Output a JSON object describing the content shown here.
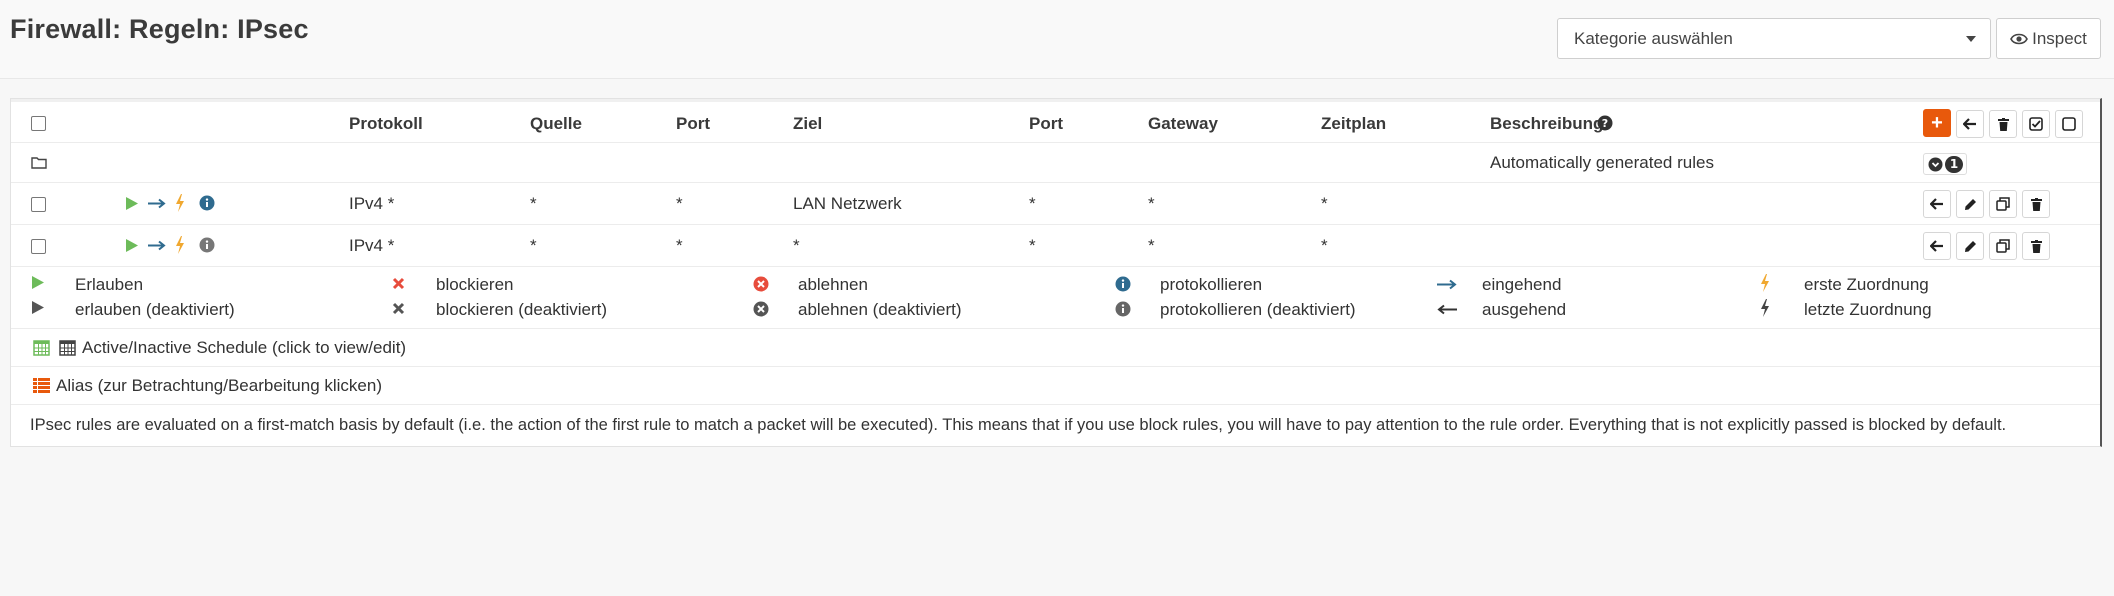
{
  "header": {
    "title": "Firewall: Regeln: IPsec",
    "category_select": "Kategorie auswählen",
    "inspect_label": "Inspect"
  },
  "table": {
    "columns": [
      "Protokoll",
      "Quelle",
      "Port",
      "Ziel",
      "Port",
      "Gateway",
      "Zeitplan",
      "Beschreibung"
    ],
    "group_row": {
      "description": "Automatically generated rules",
      "count": "1"
    },
    "rules": [
      {
        "protocol": "IPv4 *",
        "source": "*",
        "source_port": "*",
        "destination": "LAN Netzwerk",
        "destination_port": "*",
        "gateway": "*",
        "schedule": "*"
      },
      {
        "protocol": "IPv4 *",
        "source": "*",
        "source_port": "*",
        "destination": "*",
        "destination_port": "*",
        "gateway": "*",
        "schedule": "*"
      }
    ]
  },
  "legend": {
    "pass": "Erlauben",
    "pass_disabled": "erlauben (deaktiviert)",
    "block": "blockieren",
    "block_disabled": "blockieren (deaktiviert)",
    "reject": "ablehnen",
    "reject_disabled": "ablehnen (deaktiviert)",
    "log": "protokollieren",
    "log_disabled": "protokollieren (deaktiviert)",
    "in": "eingehend",
    "out": "ausgehend",
    "first_match": "erste Zuordnung",
    "last_match": "letzte Zuordnung"
  },
  "schedule_text": "Active/Inactive Schedule (click to view/edit)",
  "alias_text": "Alias (zur Betrachtung/Bearbeitung klicken)",
  "note": "IPsec rules are evaluated on a first-match basis by default (i.e. the action of the first rule to match a packet will be executed). This means that if you use block rules, you will have to pay attention to the rule order. Everything that is not explicitly passed is blocked by default.",
  "colors": {
    "accent": "#e8590c",
    "pass": "#6dbb5a",
    "block": "#e74c3c",
    "info": "#2f6b8f",
    "bolt": "#f0a830"
  }
}
